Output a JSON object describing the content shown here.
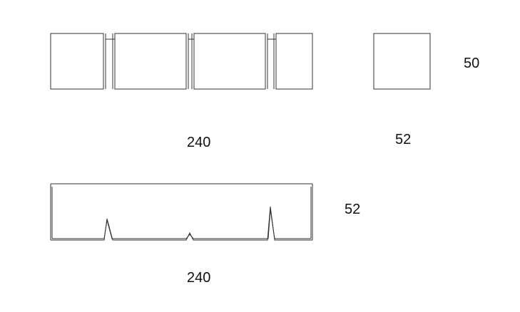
{
  "dimensions": {
    "top_view_width": "240",
    "cube_height": "50",
    "cube_width": "52",
    "front_view_height": "52",
    "front_view_width": "240"
  },
  "colors": {
    "line": "#333333",
    "background": "#ffffff"
  }
}
